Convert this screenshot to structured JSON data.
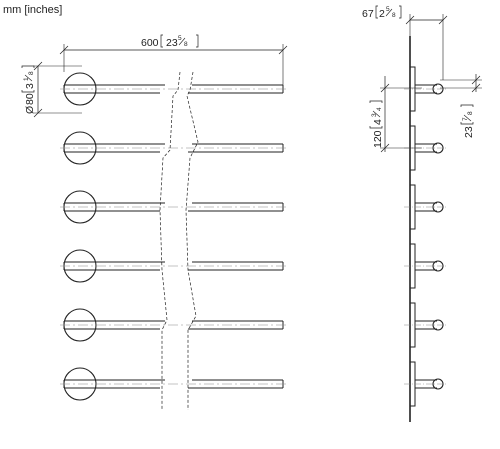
{
  "units_label": "mm [inches]",
  "dimensions": {
    "length": {
      "mm": "600",
      "inch_whole": "23",
      "inch_num": "5",
      "inch_den": "8"
    },
    "diameter": {
      "prefix": "Ø",
      "mm": "80",
      "inch_whole": "3",
      "inch_num": "1",
      "inch_den": "8"
    },
    "depth": {
      "mm": "67",
      "inch_whole": "2",
      "inch_num": "5",
      "inch_den": "8"
    },
    "spacing": {
      "mm": "120",
      "inch_whole": "4",
      "inch_num": "3",
      "inch_den": "4"
    },
    "bar_offset": {
      "mm": "23",
      "inch_num": "7",
      "inch_den": "8"
    }
  },
  "drawing": {
    "bar_count": 6,
    "line_color": "#222222",
    "centerline_color": "#888888"
  }
}
